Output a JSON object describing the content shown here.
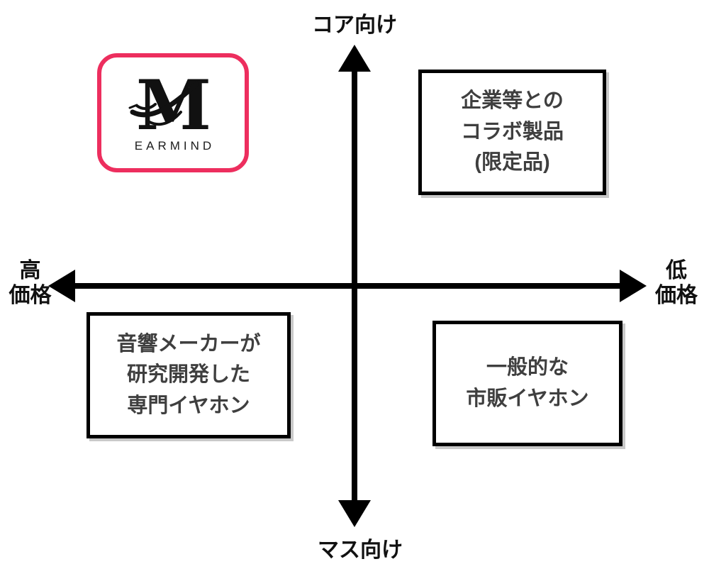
{
  "diagram": {
    "type": "quadrant-positioning-map",
    "axes": {
      "top_label": "コア向け",
      "bottom_label": "マス向け",
      "left_label_line1": "高",
      "left_label_line2": "価格",
      "right_label_line1": "低",
      "right_label_line2": "価格"
    },
    "logo": {
      "monogram": "M",
      "wordmark": "EARMIND",
      "border_color": "#ED2E5E"
    },
    "quadrants": {
      "top_right": {
        "line1": "企業等との",
        "line2": "コラボ製品",
        "line3": "(限定品)"
      },
      "bottom_left": {
        "line1": "音響メーカーが",
        "line2": "研究開発した",
        "line3": "専門イヤホン"
      },
      "bottom_right": {
        "line1": "一般的な",
        "line2": "市販イヤホン"
      }
    },
    "colors": {
      "axis": "#000000",
      "box_border": "#000000",
      "box_text": "#3f3f3f",
      "logo_border": "#ED2E5E",
      "background": "#ffffff"
    }
  }
}
